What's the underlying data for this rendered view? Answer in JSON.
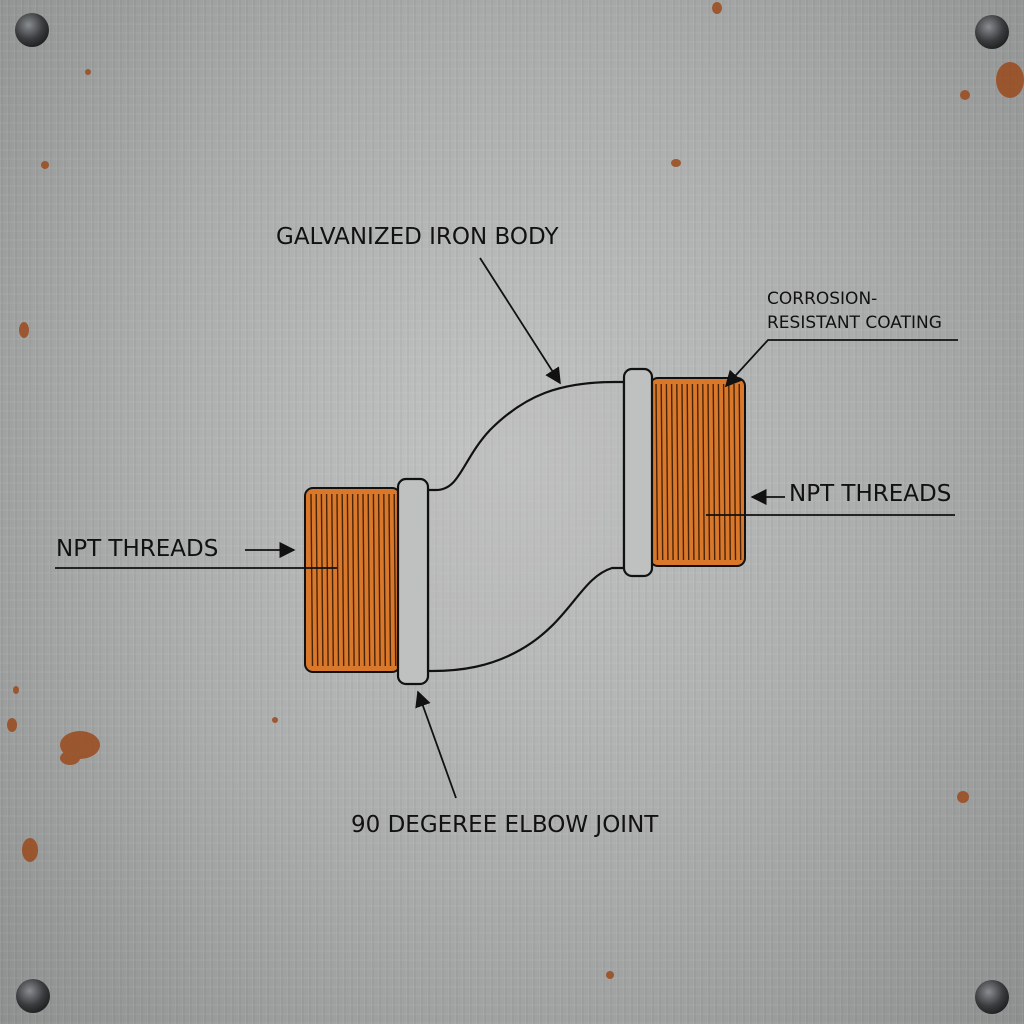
{
  "labels": {
    "body": "GALVANIZED IRON BODY",
    "coating_line1": "CORROSION-",
    "coating_line2": "RESISTANT COATING",
    "threads_right": "NPT THREADS",
    "threads_left": "NPT THREADS",
    "elbow": "90 DEGEREE ELBOW JOINT"
  },
  "colors": {
    "thread_fill": "#d9782a",
    "thread_line": "#4a2408",
    "outline": "#111111",
    "rust": "#9a4a1c",
    "screw": "#3a3c3e"
  },
  "icons": {
    "corner_screws": "screw-head-icon"
  }
}
